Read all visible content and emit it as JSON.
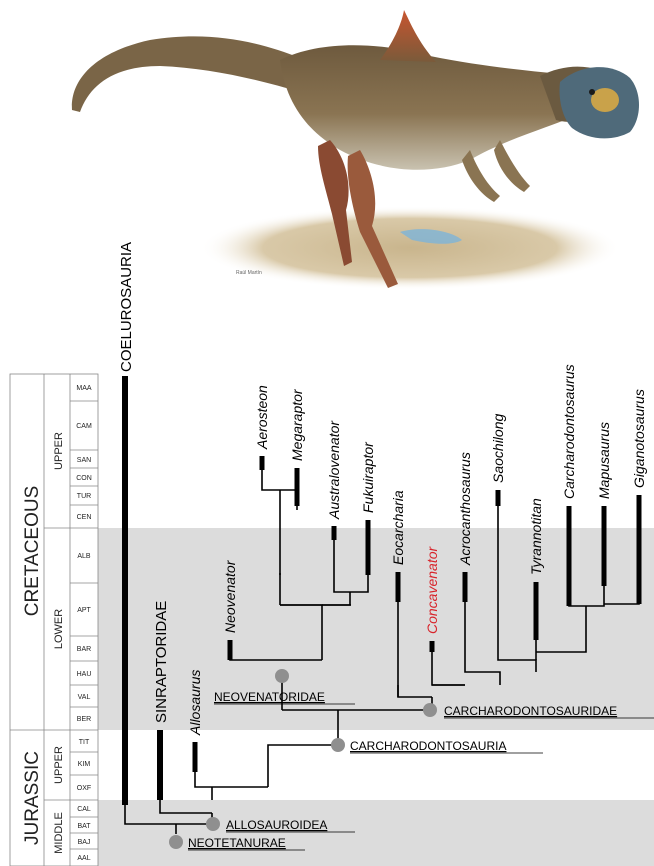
{
  "timescale": {
    "periods": [
      {
        "key": "cretaceous",
        "label": "CRETACEOUS"
      },
      {
        "key": "jurassic",
        "label": "JURASSIC"
      }
    ],
    "epochs": [
      {
        "key": "cret_upper",
        "label": "UPPER"
      },
      {
        "key": "cret_lower",
        "label": "LOWER"
      },
      {
        "key": "jur_upper",
        "label": "UPPER"
      },
      {
        "key": "jur_middle",
        "label": "MIDDLE"
      }
    ],
    "stages": [
      "MAA",
      "CAM",
      "SAN",
      "CON",
      "TUR",
      "CEN",
      "ALB",
      "APT",
      "BAR",
      "HAU",
      "VAL",
      "BER",
      "TIT",
      "KIM",
      "OXF",
      "CAL",
      "BAT",
      "BAJ",
      "AAL"
    ]
  },
  "taxa": {
    "coelurosauria": "COELUROSAURIA",
    "sinraptoridae": "SINRAPTORIDAE",
    "allosaurus": "Allosaurus",
    "neovenator": "Neovenator",
    "aerosteon": "Aerosteon",
    "megaraptor": "Megaraptor",
    "australovenator": "Australovenator",
    "fukuiraptor": "Fukuiraptor",
    "eocarcharia": "Eocarcharia",
    "concavenator": "Concavenator",
    "acrocanthosaurus": "Acrocanthosaurus",
    "saochilong": "Saochilong",
    "tyrannotitan": "Tyrannotitan",
    "carcharodontosaurus": "Carcharodontosaurus",
    "mapusaurus": "Mapusaurus",
    "giganotosaurus": "Giganotosaurus"
  },
  "clades": {
    "neovenatoridae": "NEOVENATORIDAE",
    "carcharodontosauridae": "CARCHARODONTOSAURIDAE",
    "carcharodontosauria": "CARCHARODONTOSAURIA",
    "allosauroidea": "ALLOSAUROIDEA",
    "neotetanurae": "NEOTETANURAE"
  },
  "illustration": {
    "signature": "Raúl Martín"
  },
  "colors": {
    "highlight_taxon": "#d8232a",
    "band_gray": "#dcdcdc",
    "node_gray": "#8f8f8f",
    "line": "#000000"
  }
}
